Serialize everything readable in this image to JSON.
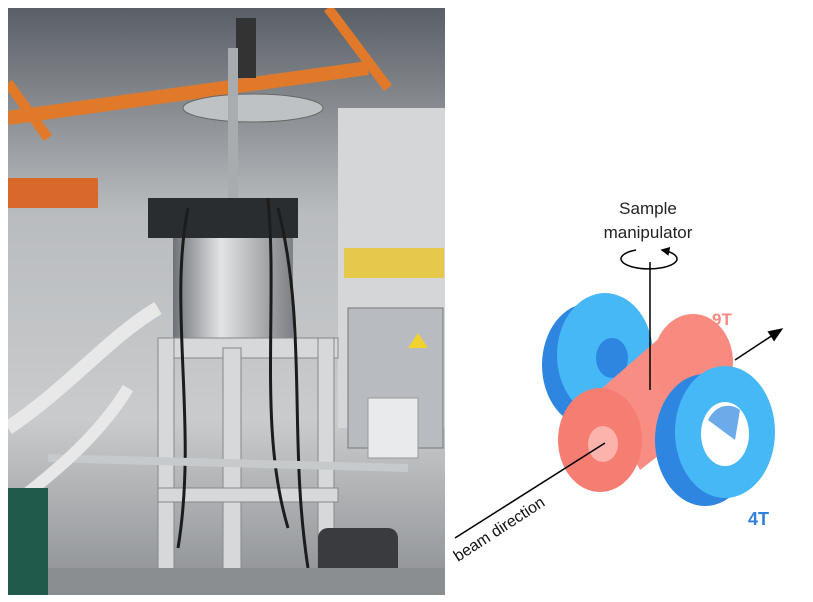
{
  "figure": {
    "photo": {
      "subject": "experimental-apparatus-photo"
    },
    "diagram": {
      "manipulator_label_line1": "Sample",
      "manipulator_label_line2": "manipulator",
      "inner_magnet_label": "9T",
      "outer_magnet_label": "4T",
      "beam_label": "beam direction",
      "colors": {
        "inner_magnet": "#f57d72",
        "inner_label": "#f48a80",
        "outer_magnet": "#2e86e0",
        "outer_magnet_light": "#46b8f5",
        "outer_label": "#2f7fdc"
      }
    }
  }
}
